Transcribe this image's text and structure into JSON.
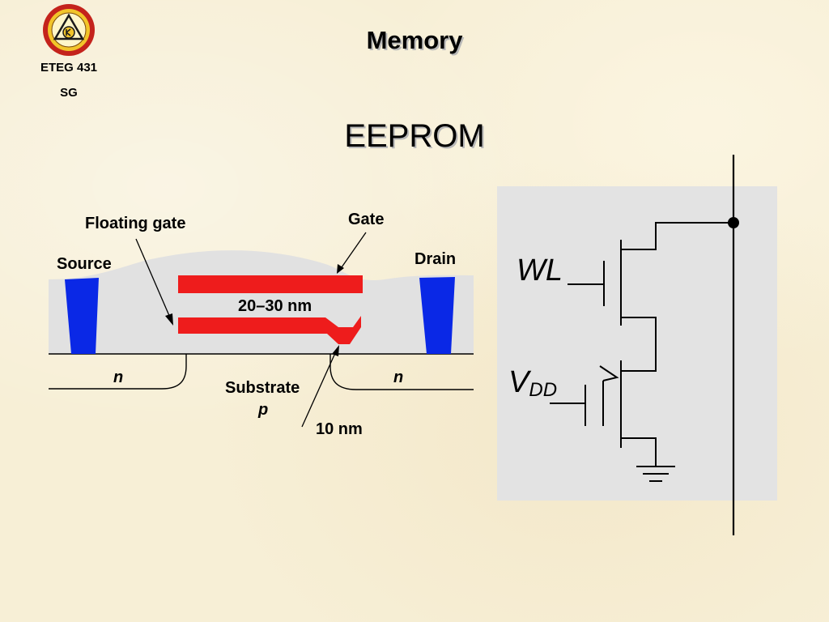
{
  "header": {
    "title": "Memory",
    "course_code": "ETEG 431",
    "section": "SG",
    "subtitle": "EEPROM"
  },
  "cross_section": {
    "floating_gate_label": "Floating gate",
    "gate_label": "Gate",
    "source_label": "Source",
    "drain_label": "Drain",
    "gap_label": "20–30 nm",
    "n_left": "n",
    "n_right": "n",
    "substrate_label": "Substrate",
    "substrate_type": "p",
    "oxide_label": "10 nm"
  },
  "circuit": {
    "wordline_label": "WL",
    "vdd_main": "V",
    "vdd_sub": "DD"
  },
  "colors": {
    "background": "#f7efd6",
    "panel": "#e3e3e3",
    "gate_red": "#ee1c1c",
    "implant_blue": "#0a28e6"
  }
}
